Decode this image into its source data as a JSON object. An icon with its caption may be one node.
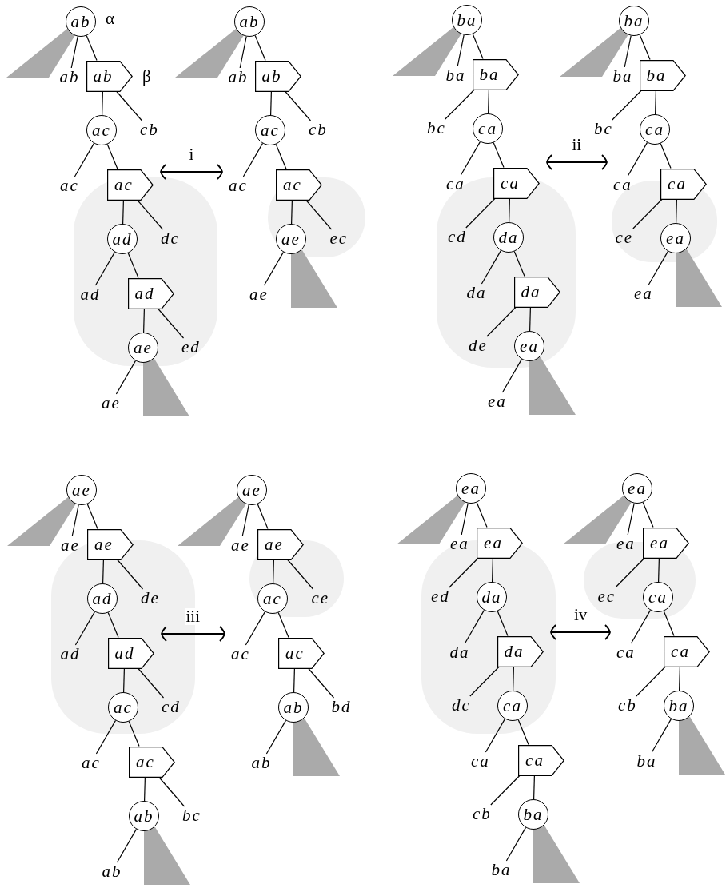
{
  "diagram": {
    "nodes": [
      {
        "text": [
          "ab"
        ],
        "beside": [
          "α"
        ]
      },
      {
        "text": [
          "ab"
        ]
      },
      {
        "text": [
          "ab"
        ],
        "beside": [
          "β"
        ]
      },
      {
        "text": [
          "cb"
        ]
      },
      {
        "text": [
          "ac"
        ]
      },
      {
        "text": [
          "ac"
        ]
      },
      {
        "text": [
          "ac"
        ]
      },
      {
        "text": [
          "dc"
        ]
      },
      {
        "text": [
          "ad"
        ]
      },
      {
        "text": [
          "ad"
        ]
      },
      {
        "text": [
          "ad"
        ]
      },
      {
        "text": [
          "ed"
        ]
      },
      {
        "text": [
          "ae"
        ]
      },
      {
        "text": [
          "ae"
        ]
      },
      {
        "text": [
          "ab"
        ]
      },
      {
        "text": [
          "ab"
        ]
      },
      {
        "text": [
          "ab"
        ]
      },
      {
        "text": [
          "cb"
        ]
      },
      {
        "text": [
          "ac"
        ]
      },
      {
        "text": [
          "ac"
        ]
      },
      {
        "text": [
          "ac"
        ]
      },
      {
        "text": [
          "ec"
        ]
      },
      {
        "text": [
          "ae"
        ]
      },
      {
        "text": [
          "ae"
        ]
      },
      {
        "text": [
          "ba"
        ]
      },
      {
        "text": [
          "ba"
        ]
      },
      {
        "text": [
          "ba"
        ]
      },
      {
        "text": [
          "bc"
        ]
      },
      {
        "text": [
          "ca"
        ]
      },
      {
        "text": [
          "ca"
        ]
      },
      {
        "text": [
          "ca"
        ]
      },
      {
        "text": [
          "cd"
        ]
      },
      {
        "text": [
          "da"
        ]
      },
      {
        "text": [
          "da"
        ]
      },
      {
        "text": [
          "da"
        ]
      },
      {
        "text": [
          "de"
        ]
      },
      {
        "text": [
          "ea"
        ]
      },
      {
        "text": [
          "ea"
        ]
      },
      {
        "text": [
          "ba"
        ]
      },
      {
        "text": [
          "ba"
        ]
      },
      {
        "text": [
          "ba"
        ]
      },
      {
        "text": [
          "bc"
        ]
      },
      {
        "text": [
          "ca"
        ]
      },
      {
        "text": [
          "ca"
        ]
      },
      {
        "text": [
          "ca"
        ]
      },
      {
        "text": [
          "ce"
        ]
      },
      {
        "text": [
          "ea"
        ]
      },
      {
        "text": [
          "ea"
        ]
      },
      {
        "text": [
          "ae"
        ]
      },
      {
        "text": [
          "ae"
        ]
      },
      {
        "text": [
          "ae"
        ]
      },
      {
        "text": [
          "de"
        ]
      },
      {
        "text": [
          "ad"
        ]
      },
      {
        "text": [
          "ad"
        ]
      },
      {
        "text": [
          "ad"
        ]
      },
      {
        "text": [
          "cd"
        ]
      },
      {
        "text": [
          "ac"
        ]
      },
      {
        "text": [
          "ac"
        ]
      },
      {
        "text": [
          "ac"
        ]
      },
      {
        "text": [
          "bc"
        ]
      },
      {
        "text": [
          "ab"
        ]
      },
      {
        "text": [
          "ab"
        ]
      },
      {
        "text": [
          "ae"
        ]
      },
      {
        "text": [
          "ae"
        ]
      },
      {
        "text": [
          "ae"
        ]
      },
      {
        "text": [
          "ce"
        ]
      },
      {
        "text": [
          "ac"
        ]
      },
      {
        "text": [
          "ac"
        ]
      },
      {
        "text": [
          "ac"
        ]
      },
      {
        "text": [
          "bd"
        ]
      },
      {
        "text": [
          "ab"
        ]
      },
      {
        "text": [
          "ab"
        ]
      },
      {
        "text": [
          "ea"
        ]
      },
      {
        "text": [
          "ea"
        ]
      },
      {
        "text": [
          "ea"
        ]
      },
      {
        "text": [
          "ed"
        ]
      },
      {
        "text": [
          "da"
        ]
      },
      {
        "text": [
          "da"
        ]
      },
      {
        "text": [
          "da"
        ]
      },
      {
        "text": [
          "dc"
        ]
      },
      {
        "text": [
          "ca"
        ]
      },
      {
        "text": [
          "ca"
        ]
      },
      {
        "text": [
          "ca"
        ]
      },
      {
        "text": [
          "cb"
        ]
      },
      {
        "text": [
          "ba"
        ]
      },
      {
        "text": [
          "ba"
        ]
      },
      {
        "text": [
          "ea"
        ]
      },
      {
        "text": [
          "ea"
        ]
      },
      {
        "text": [
          "ea"
        ]
      },
      {
        "text": [
          "ec"
        ]
      },
      {
        "text": [
          "ca"
        ]
      },
      {
        "text": [
          "ca"
        ]
      },
      {
        "text": [
          "ca"
        ]
      },
      {
        "text": [
          "cb"
        ]
      },
      {
        "text": [
          "ba"
        ]
      },
      {
        "text": [
          "ba"
        ]
      },
      {
        "text": [],
        "shape": "triangle"
      },
      {
        "text": [],
        "shape": "triangle"
      },
      {
        "text": [],
        "shape": "triangle"
      },
      {
        "text": [],
        "shape": "triangle"
      },
      {
        "text": [],
        "shape": "triangle"
      },
      {
        "text": [],
        "shape": "triangle"
      },
      {
        "text": [],
        "shape": "triangle"
      },
      {
        "text": [],
        "shape": "triangle"
      },
      {
        "text": [],
        "shape": "triangle"
      },
      {
        "text": [],
        "shape": "triangle"
      },
      {
        "text": [],
        "shape": "triangle"
      },
      {
        "text": [],
        "shape": "triangle"
      },
      {
        "text": [],
        "shape": "triangle"
      },
      {
        "text": [],
        "shape": "triangle"
      },
      {
        "text": [],
        "shape": "triangle"
      },
      {
        "text": [],
        "shape": "triangle"
      }
    ],
    "edges": [
      {
        "from": 0,
        "to": 1,
        "arrow": "none"
      },
      {
        "from": 0,
        "to": 2,
        "arrow": "none"
      },
      {
        "from": 2,
        "to": 3,
        "arrow": "none"
      },
      {
        "from": 2,
        "to": 4,
        "arrow": "none"
      },
      {
        "from": 4,
        "to": 5,
        "arrow": "none"
      },
      {
        "from": 4,
        "to": 6,
        "arrow": "none"
      },
      {
        "from": 6,
        "to": 7,
        "arrow": "none"
      },
      {
        "from": 6,
        "to": 8,
        "arrow": "none"
      },
      {
        "from": 8,
        "to": 9,
        "arrow": "none"
      },
      {
        "from": 8,
        "to": 10,
        "arrow": "none"
      },
      {
        "from": 10,
        "to": 11,
        "arrow": "none"
      },
      {
        "from": 10,
        "to": 12,
        "arrow": "none"
      },
      {
        "from": 12,
        "to": 13,
        "arrow": "none"
      },
      {
        "from": 14,
        "to": 15,
        "arrow": "none"
      },
      {
        "from": 14,
        "to": 16,
        "arrow": "none"
      },
      {
        "from": 16,
        "to": 17,
        "arrow": "none"
      },
      {
        "from": 16,
        "to": 18,
        "arrow": "none"
      },
      {
        "from": 18,
        "to": 19,
        "arrow": "none"
      },
      {
        "from": 18,
        "to": 20,
        "arrow": "none"
      },
      {
        "from": 20,
        "to": 21,
        "arrow": "none"
      },
      {
        "from": 20,
        "to": 22,
        "arrow": "none"
      },
      {
        "from": 22,
        "to": 23,
        "arrow": "none"
      },
      {
        "from": 24,
        "to": 25,
        "arrow": "none"
      },
      {
        "from": 24,
        "to": 26,
        "arrow": "none"
      },
      {
        "from": 26,
        "to": 27,
        "arrow": "none"
      },
      {
        "from": 26,
        "to": 28,
        "arrow": "none"
      },
      {
        "from": 28,
        "to": 29,
        "arrow": "none"
      },
      {
        "from": 28,
        "to": 30,
        "arrow": "none"
      },
      {
        "from": 30,
        "to": 31,
        "arrow": "none"
      },
      {
        "from": 30,
        "to": 32,
        "arrow": "none"
      },
      {
        "from": 32,
        "to": 33,
        "arrow": "none"
      },
      {
        "from": 32,
        "to": 34,
        "arrow": "none"
      },
      {
        "from": 34,
        "to": 35,
        "arrow": "none"
      },
      {
        "from": 34,
        "to": 36,
        "arrow": "none"
      },
      {
        "from": 36,
        "to": 37,
        "arrow": "none"
      },
      {
        "from": 38,
        "to": 39,
        "arrow": "none"
      },
      {
        "from": 38,
        "to": 40,
        "arrow": "none"
      },
      {
        "from": 40,
        "to": 41,
        "arrow": "none"
      },
      {
        "from": 40,
        "to": 42,
        "arrow": "none"
      },
      {
        "from": 42,
        "to": 43,
        "arrow": "none"
      },
      {
        "from": 42,
        "to": 44,
        "arrow": "none"
      },
      {
        "from": 44,
        "to": 45,
        "arrow": "none"
      },
      {
        "from": 44,
        "to": 46,
        "arrow": "none"
      },
      {
        "from": 46,
        "to": 47,
        "arrow": "none"
      },
      {
        "from": 48,
        "to": 49,
        "arrow": "none"
      },
      {
        "from": 48,
        "to": 50,
        "arrow": "none"
      },
      {
        "from": 50,
        "to": 51,
        "arrow": "none"
      },
      {
        "from": 50,
        "to": 52,
        "arrow": "none"
      },
      {
        "from": 52,
        "to": 53,
        "arrow": "none"
      },
      {
        "from": 52,
        "to": 54,
        "arrow": "none"
      },
      {
        "from": 54,
        "to": 55,
        "arrow": "none"
      },
      {
        "from": 54,
        "to": 56,
        "arrow": "none"
      },
      {
        "from": 56,
        "to": 57,
        "arrow": "none"
      },
      {
        "from": 56,
        "to": 58,
        "arrow": "none"
      },
      {
        "from": 58,
        "to": 59,
        "arrow": "none"
      },
      {
        "from": 58,
        "to": 60,
        "arrow": "none"
      },
      {
        "from": 60,
        "to": 61,
        "arrow": "none"
      },
      {
        "from": 62,
        "to": 63,
        "arrow": "none"
      },
      {
        "from": 62,
        "to": 64,
        "arrow": "none"
      },
      {
        "from": 64,
        "to": 65,
        "arrow": "none"
      },
      {
        "from": 64,
        "to": 66,
        "arrow": "none"
      },
      {
        "from": 66,
        "to": 67,
        "arrow": "none"
      },
      {
        "from": 66,
        "to": 68,
        "arrow": "none"
      },
      {
        "from": 68,
        "to": 69,
        "arrow": "none"
      },
      {
        "from": 68,
        "to": 70,
        "arrow": "none"
      },
      {
        "from": 70,
        "to": 71,
        "arrow": "none"
      },
      {
        "from": 72,
        "to": 73,
        "arrow": "none"
      },
      {
        "from": 72,
        "to": 74,
        "arrow": "none"
      },
      {
        "from": 74,
        "to": 75,
        "arrow": "none"
      },
      {
        "from": 74,
        "to": 76,
        "arrow": "none"
      },
      {
        "from": 76,
        "to": 77,
        "arrow": "none"
      },
      {
        "from": 76,
        "to": 78,
        "arrow": "none"
      },
      {
        "from": 78,
        "to": 79,
        "arrow": "none"
      },
      {
        "from": 78,
        "to": 80,
        "arrow": "none"
      },
      {
        "from": 80,
        "to": 81,
        "arrow": "none"
      },
      {
        "from": 80,
        "to": 82,
        "arrow": "none"
      },
      {
        "from": 82,
        "to": 83,
        "arrow": "none"
      },
      {
        "from": 82,
        "to": 84,
        "arrow": "none"
      },
      {
        "from": 84,
        "to": 85,
        "arrow": "none"
      },
      {
        "from": 86,
        "to": 87,
        "arrow": "none"
      },
      {
        "from": 86,
        "to": 88,
        "arrow": "none"
      },
      {
        "from": 88,
        "to": 89,
        "arrow": "none"
      },
      {
        "from": 88,
        "to": 90,
        "arrow": "none"
      },
      {
        "from": 90,
        "to": 91,
        "arrow": "none"
      },
      {
        "from": 90,
        "to": 92,
        "arrow": "none"
      },
      {
        "from": 92,
        "to": 93,
        "arrow": "none"
      },
      {
        "from": 92,
        "to": 94,
        "arrow": "none"
      },
      {
        "from": 94,
        "to": 95,
        "arrow": "none"
      },
      {
        "from": 6,
        "to": 19,
        "arrow": "both",
        "label": "i"
      },
      {
        "from": 30,
        "to": 43,
        "arrow": "both",
        "label": "ii"
      },
      {
        "from": 54,
        "to": 67,
        "arrow": "both",
        "label": "iii"
      },
      {
        "from": 78,
        "to": 91,
        "arrow": "both",
        "label": "iv"
      }
    ]
  }
}
